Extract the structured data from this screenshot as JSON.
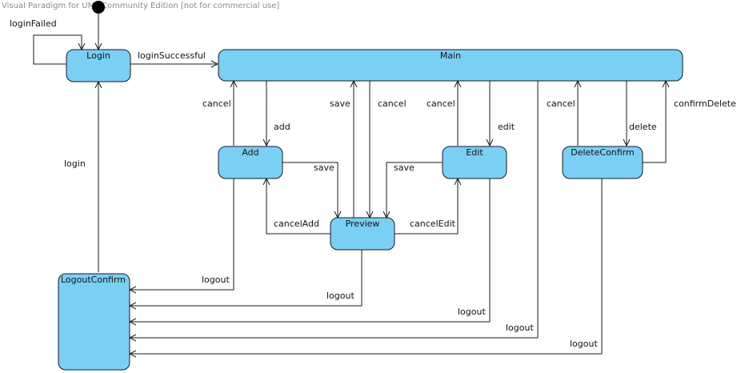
{
  "watermark": "Visual Paradigm for UML Community Edition [not for commercial use]",
  "states": {
    "login": "Login",
    "main": "Main",
    "add": "Add",
    "edit": "Edit",
    "preview": "Preview",
    "delete_confirm": "DeleteConfirm",
    "logout_confirm": "LogoutConfirm"
  },
  "transitions": {
    "login_failed": "loginFailed",
    "login_successful": "loginSuccessful",
    "login": "login",
    "add": "add",
    "add_cancel": "cancel",
    "add_save": "save",
    "add_logout": "logout",
    "preview_save": "save",
    "preview_cancel": "cancel",
    "preview_cancel_add": "cancelAdd",
    "preview_cancel_edit": "cancelEdit",
    "preview_logout": "logout",
    "edit": "edit",
    "edit_cancel": "cancel",
    "edit_save": "save",
    "edit_logout": "logout",
    "main_logout": "logout",
    "delete": "delete",
    "delete_cancel": "cancel",
    "confirm_delete": "confirmDelete",
    "delete_logout": "logout"
  }
}
